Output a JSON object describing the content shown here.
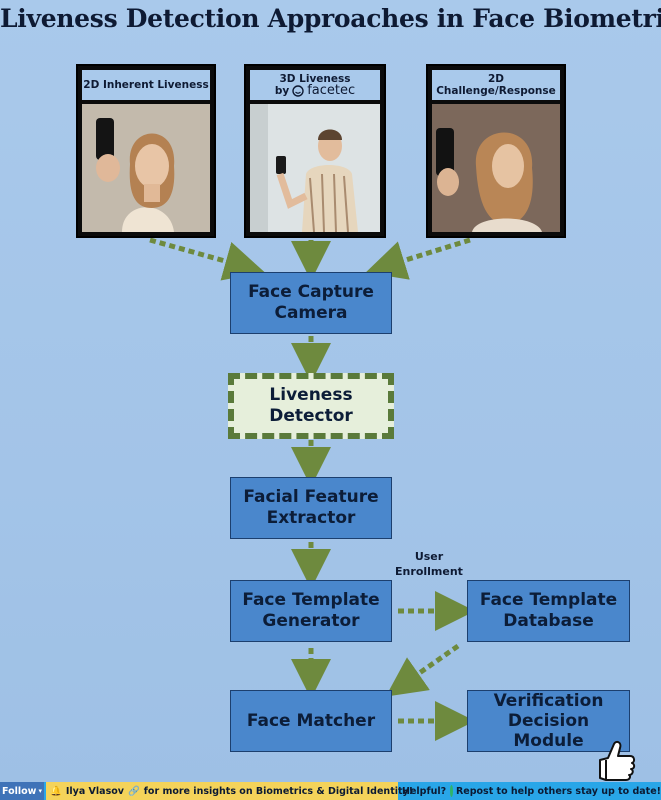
{
  "title": "Liveness Detection Approaches in Face Biometrics",
  "cards": [
    {
      "line1": "2D Inherent Liveness",
      "line2": ""
    },
    {
      "line1": "3D Liveness",
      "line2": "by",
      "brand": "facetec"
    },
    {
      "line1": "2D Challenge/Response",
      "line2": ""
    }
  ],
  "nodes": {
    "capture": [
      "Face Capture",
      "Camera"
    ],
    "liveness": [
      "Liveness",
      "Detector"
    ],
    "extractor": [
      "Facial Feature",
      "Extractor"
    ],
    "generator": [
      "Face Template",
      "Generator"
    ],
    "database": [
      "Face Template",
      "Database"
    ],
    "matcher": [
      "Face Matcher"
    ],
    "decision": [
      "Verification",
      "Decision",
      "Module"
    ]
  },
  "edge_label": [
    "User",
    "Enrollment"
  ],
  "footer": {
    "follow": "Follow",
    "author": "Ilya Vlasov",
    "message": "for more insights on Biometrics & Digital Identity!",
    "helpful": "Helpful?",
    "repost": "Repost to help others stay up to date!"
  },
  "colors": {
    "box": "#4a87cc",
    "liveness_fill": "#e6efdb",
    "arrow": "#6e8a3e"
  },
  "icons": [
    "bell-icon",
    "link-icon",
    "repost-icon",
    "thumbs-up-icon",
    "facetec-logo-icon"
  ]
}
